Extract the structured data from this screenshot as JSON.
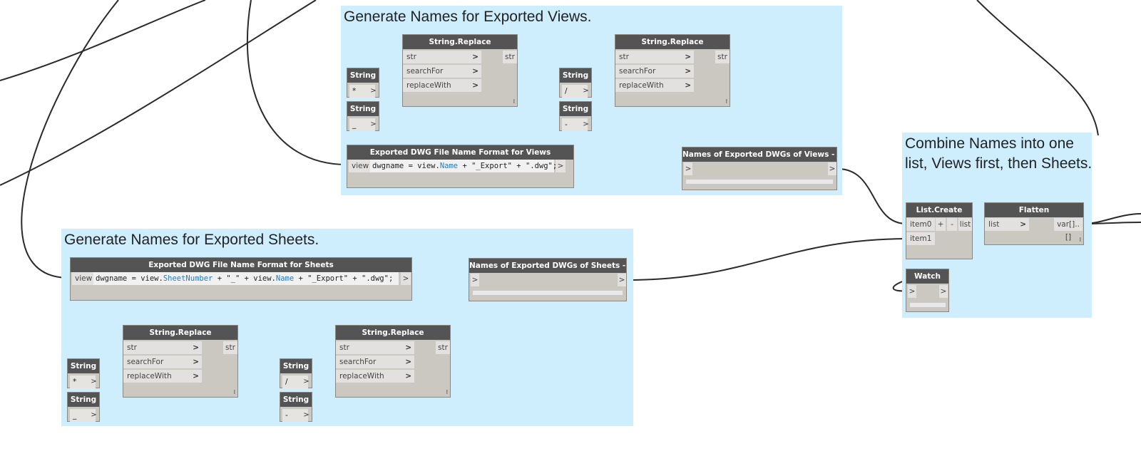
{
  "groups": {
    "views": {
      "title": "Generate Names for Exported Views."
    },
    "sheets": {
      "title": "Generate Names for Exported Sheets."
    },
    "combine": {
      "title": "Combine Names into one list, Views first, then Sheets."
    }
  },
  "string_node": {
    "title": "String",
    "arrow": ">"
  },
  "string_replace": {
    "title": "String.Replace",
    "inputs": [
      "str",
      "searchFor",
      "replaceWith"
    ],
    "output": "str",
    "chevron": ">"
  },
  "views": {
    "search_value": "*",
    "replace_value": "_",
    "search_value_2": "/",
    "replace_value_2": "-",
    "code_block_title": "Exported DWG File Name Format for Views",
    "code_port": "view",
    "code_prefix": "dwgname = view.",
    "code_kw1": "Name",
    "code_suffix": " + \"_Export\" + \".dwg\";",
    "code_out": ">",
    "watch_title": "Names of Exported DWGs of Views - Watch"
  },
  "sheets": {
    "search_value": "*",
    "replace_value": "_",
    "search_value_2": "/",
    "replace_value_2": "-",
    "code_block_title": "Exported DWG File Name Format for Sheets",
    "code_port": "view",
    "code_prefix": "dwgname = view.",
    "code_kw1": "SheetNumber",
    "code_mid": " + \"_\" + view.",
    "code_kw2": "Name",
    "code_suffix": " + \"_Export\" + \".dwg\";",
    "code_out": ">",
    "watch_title": "Names of Exported DWGs of Sheets - Watch"
  },
  "list_create": {
    "title": "List.Create",
    "inputs": [
      "item0",
      "item1"
    ],
    "plus": "+",
    "minus": "-",
    "output": "list"
  },
  "flatten": {
    "title": "Flatten",
    "input": "list",
    "output": "var[]..[]"
  },
  "watch": {
    "title": "Watch",
    "in": ">",
    "out": ">"
  },
  "watch_ports": {
    "in": ">",
    "out": ">"
  },
  "lacing_mark": "l",
  "colors": {
    "group_bg": "#cfeefd",
    "node_title": "#545454",
    "node_body": "#cbc7c1",
    "keyword": "#2b7bb9",
    "wire": "#2a2a2a"
  }
}
